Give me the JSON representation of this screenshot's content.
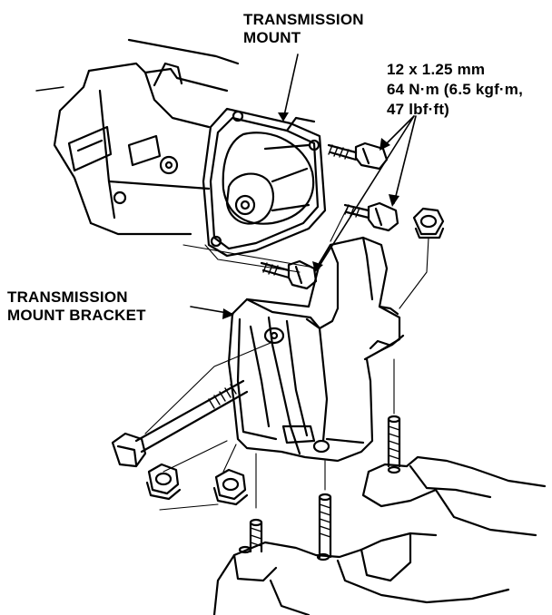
{
  "labels": {
    "transmission_mount": [
      "TRANSMISSION",
      "MOUNT"
    ],
    "transmission_mount_bracket": [
      "TRANSMISSION",
      "MOUNT BRACKET"
    ],
    "bolt_spec": [
      "12 x 1.25 mm",
      "64 N·m (6.5 kgf·m,",
      "47 lbf·ft)"
    ]
  },
  "colors": {
    "ink": "#000000",
    "paper": "#ffffff"
  }
}
